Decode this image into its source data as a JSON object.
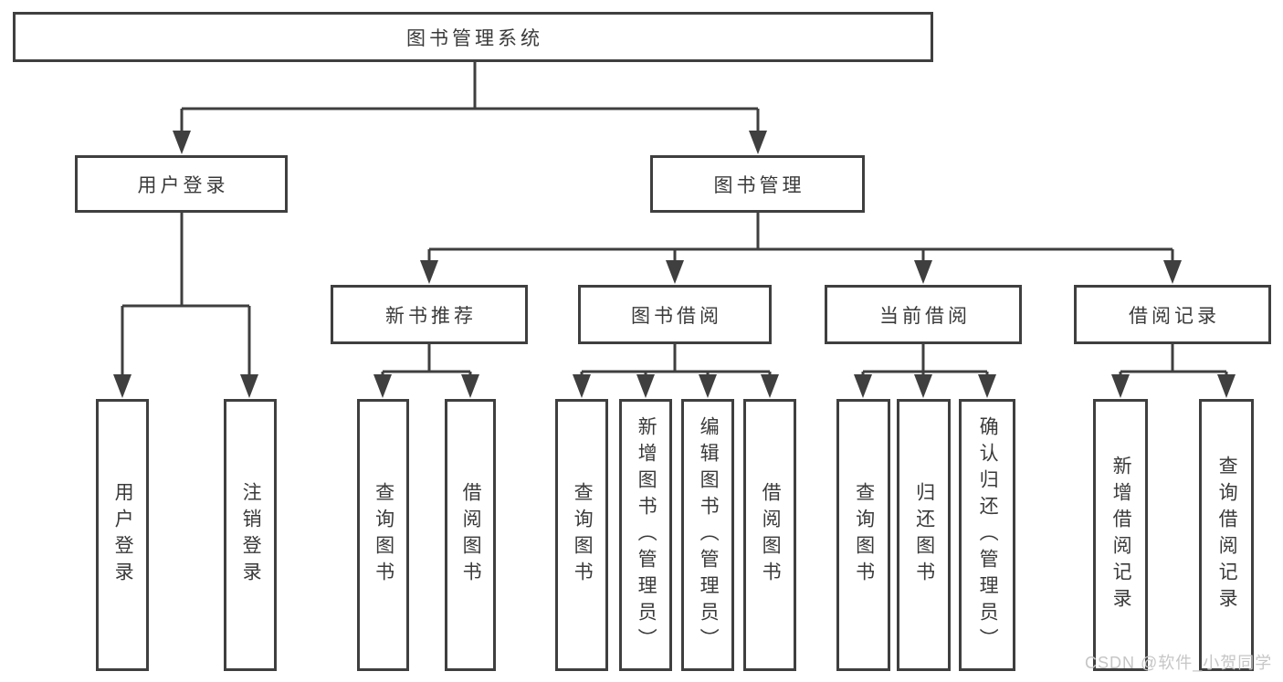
{
  "tree": {
    "root": {
      "label": "图书管理系统",
      "children": [
        {
          "label": "用户登录",
          "children": [
            {
              "label": "用户登录"
            },
            {
              "label": "注销登录"
            }
          ]
        },
        {
          "label": "图书管理",
          "children": [
            {
              "label": "新书推荐",
              "children": [
                {
                  "label": "查询图书"
                },
                {
                  "label": "借阅图书"
                }
              ]
            },
            {
              "label": "图书借阅",
              "children": [
                {
                  "label": "查询图书"
                },
                {
                  "label": "新增图书（管理员）"
                },
                {
                  "label": "编辑图书（管理员）"
                },
                {
                  "label": "借阅图书"
                }
              ]
            },
            {
              "label": "当前借阅",
              "children": [
                {
                  "label": "查询图书"
                },
                {
                  "label": "归还图书"
                },
                {
                  "label": "确认归还（管理员）"
                }
              ]
            },
            {
              "label": "借阅记录",
              "children": [
                {
                  "label": "新增借阅记录"
                },
                {
                  "label": "查询借阅记录"
                }
              ]
            }
          ]
        }
      ]
    }
  },
  "watermark": {
    "text": "CSDN @软件_小贺同学"
  },
  "colors": {
    "line": "#3f3f3f",
    "text": "#3a3a3a",
    "background": "#ffffff",
    "watermark": "#c6c6c6"
  }
}
